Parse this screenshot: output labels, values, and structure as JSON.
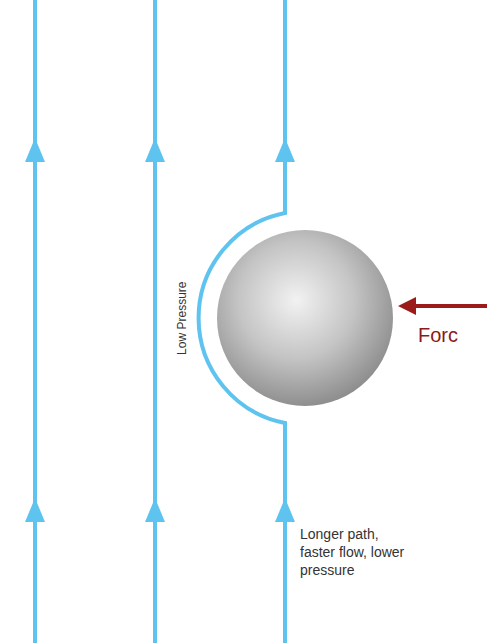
{
  "diagram": {
    "labels": [
      "Low Pressure",
      "Forc",
      "Longer path, faster flow, lower pressure"
    ]
  }
}
